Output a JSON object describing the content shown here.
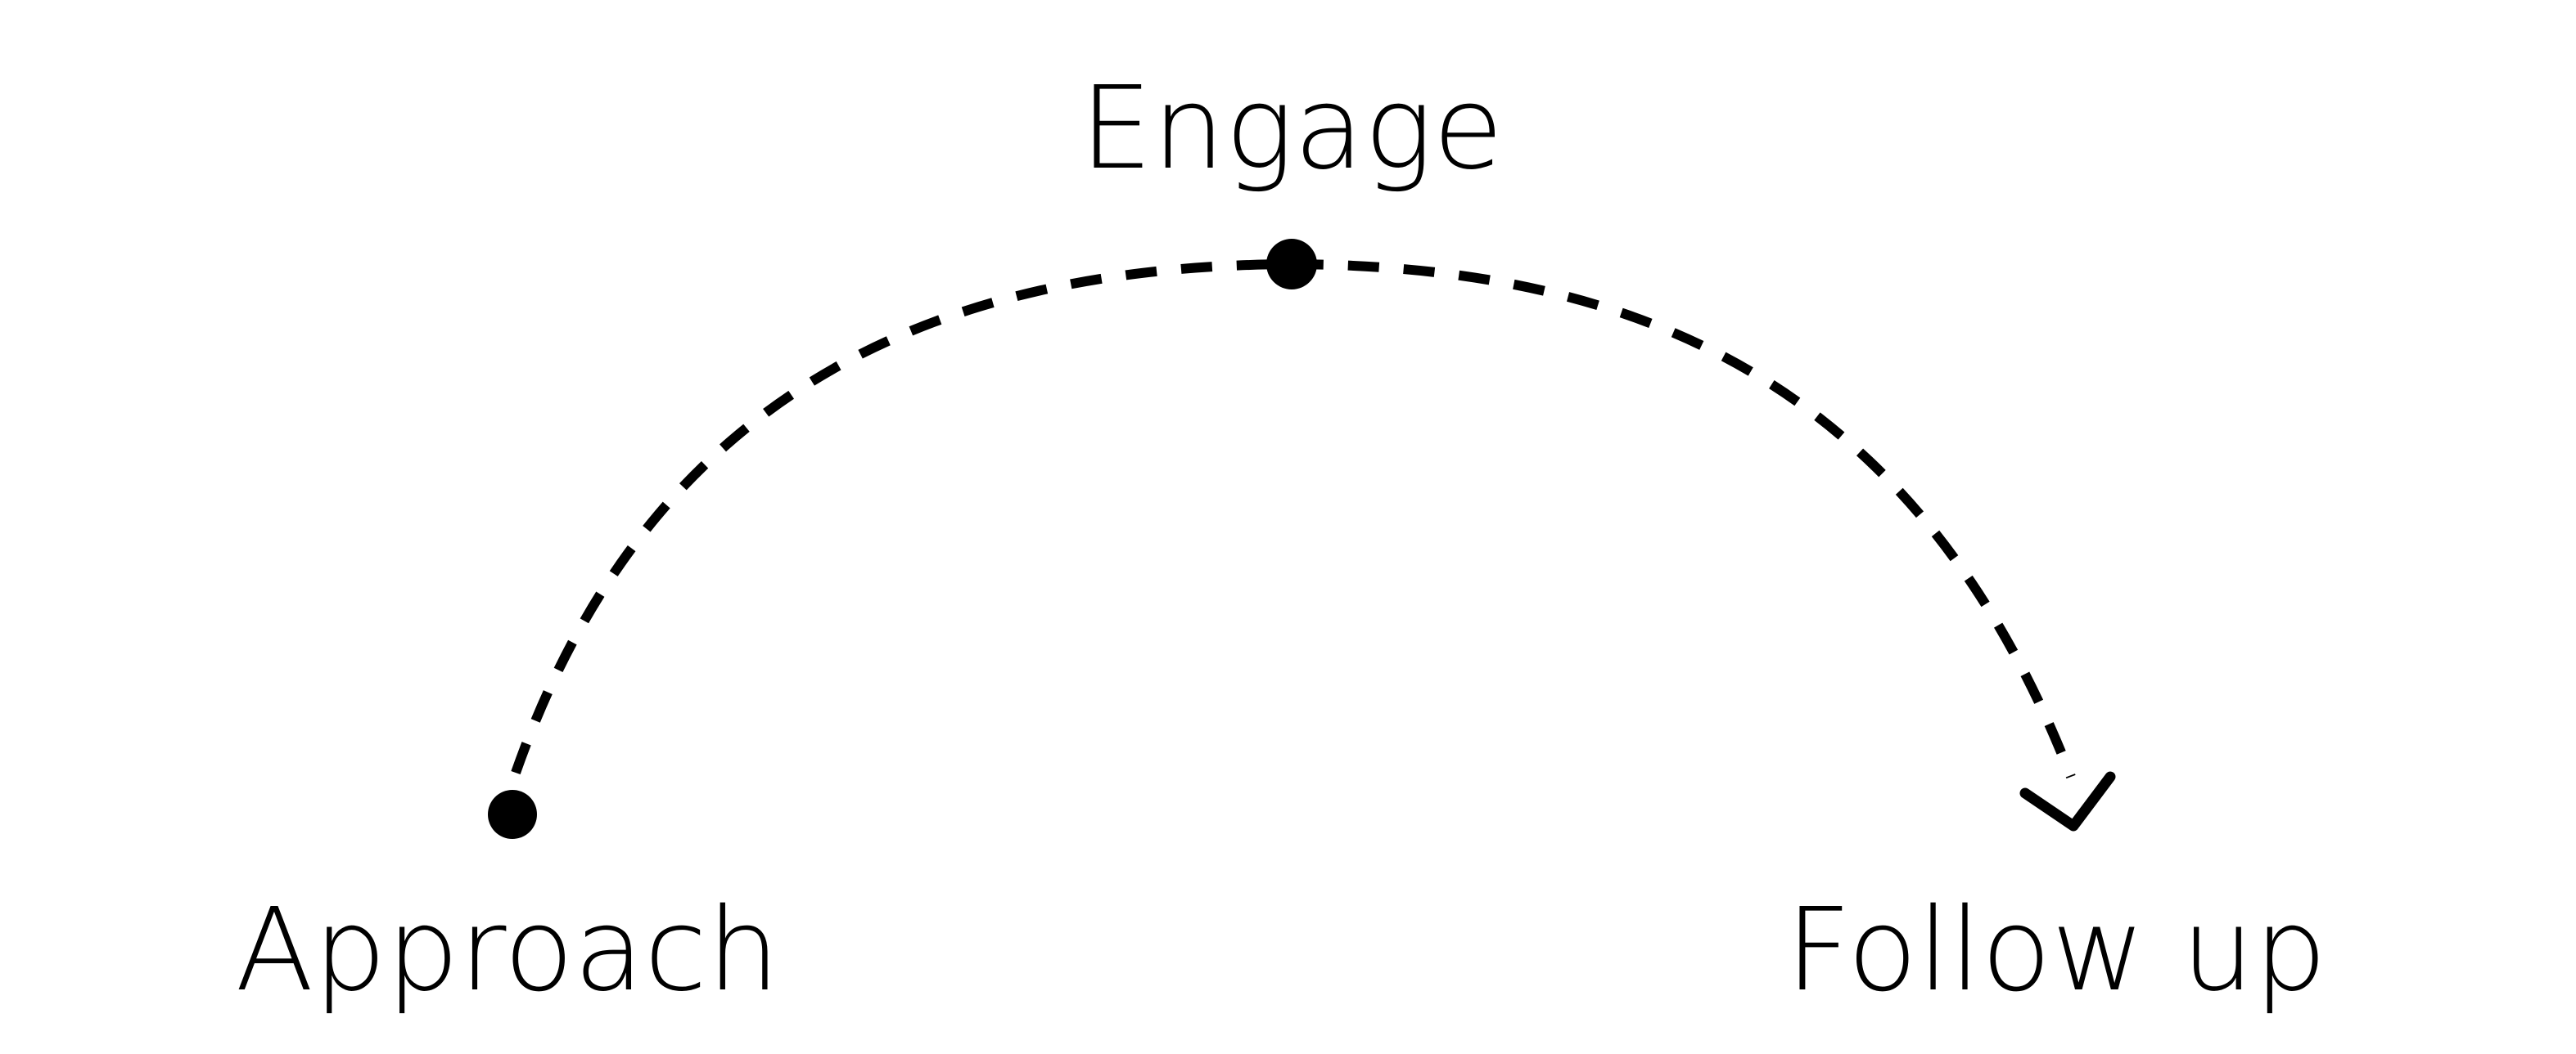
{
  "diagram": {
    "stages": [
      {
        "label": "Approach"
      },
      {
        "label": "Engage"
      },
      {
        "label": "Follow up"
      }
    ],
    "colors": {
      "ink": "#000000",
      "background": "#ffffff"
    }
  }
}
